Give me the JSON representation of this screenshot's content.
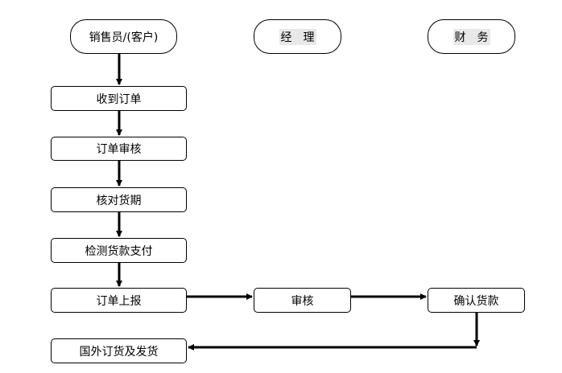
{
  "lanes": {
    "sales": "销售员/(客户)",
    "manager": "经　理",
    "finance": "财　务"
  },
  "steps": {
    "receive_order": "收到订单",
    "order_review": "订单审核",
    "check_delivery": "核对货期",
    "check_payment": "检测货款支付",
    "order_report": "订单上报",
    "review": "审核",
    "confirm_payment": "确认货款",
    "ship": "国外订货及发货"
  },
  "colors": {
    "line": "#000000",
    "lane_text_highlight": "#e8e8e8"
  }
}
